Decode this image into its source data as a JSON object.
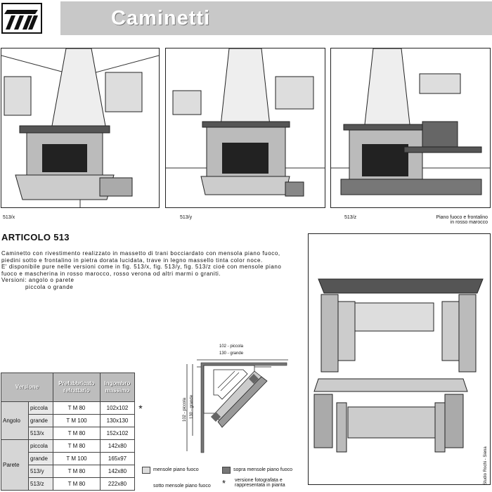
{
  "header": {
    "title": "Caminetti"
  },
  "captions": {
    "x": "513/x",
    "y": "513/y",
    "z": "513/z",
    "note_line1": "Piano fuoco e frontalino",
    "note_line2": "in rosso marocco"
  },
  "article": {
    "title": "ARTICOLO 513",
    "p1": "Caminetto con rivestimento realizzato in massetto di trani bocciardato con mensola piano fuoco, piedini sotto e frontalino in pietra dorata lucidata, trave in legno massello tinta color noce.",
    "p2": "E' disponibile pure nelle versioni come in fig. 513/x, fig. 513/y, fig. 513/z cioè con mensole piano fuoco e mascherina in rosso marocco, rosso verona od altri marmi o graniti.",
    "p3": "Versioni: angolo o parete",
    "p4": "piccola o grande"
  },
  "table": {
    "headers": {
      "version": "Versione",
      "prefab_1": "Prefabbricato",
      "prefab_2": "refrattario",
      "ingombro_1": "Ingombro",
      "ingombro_2": "massimo"
    },
    "groups": {
      "angolo": "Angolo",
      "parete": "Parete"
    },
    "rows": [
      {
        "v": "piccola",
        "pf": "T M 80",
        "im": "102x102",
        "mark": "*"
      },
      {
        "v": "grande",
        "pf": "T M 100",
        "im": "130x130"
      },
      {
        "v": "513/x",
        "pf": "T M 80",
        "im": "152x102"
      },
      {
        "v": "piccola",
        "pf": "T M 80",
        "im": "142x80"
      },
      {
        "v": "grande",
        "pf": "T M 100",
        "im": "165x97"
      },
      {
        "v": "513/y",
        "pf": "T M 80",
        "im": "142x80"
      },
      {
        "v": "513/z",
        "pf": "T M 80",
        "im": "222x80"
      }
    ]
  },
  "plan": {
    "top1": "102 - piccola",
    "top2": "130 - grande",
    "side1": "102 - piccola",
    "side2": "130 - grande"
  },
  "legend": {
    "l1": "mensole piano fuoco",
    "l2": "sopra mensole piano fuoco",
    "l3": "sotto mensole piano fuoco",
    "l4a": "versione fotografata e",
    "l4b": "rappresentata in pianta",
    "star": "*"
  },
  "credit": "Studio Rochi - Siena"
}
